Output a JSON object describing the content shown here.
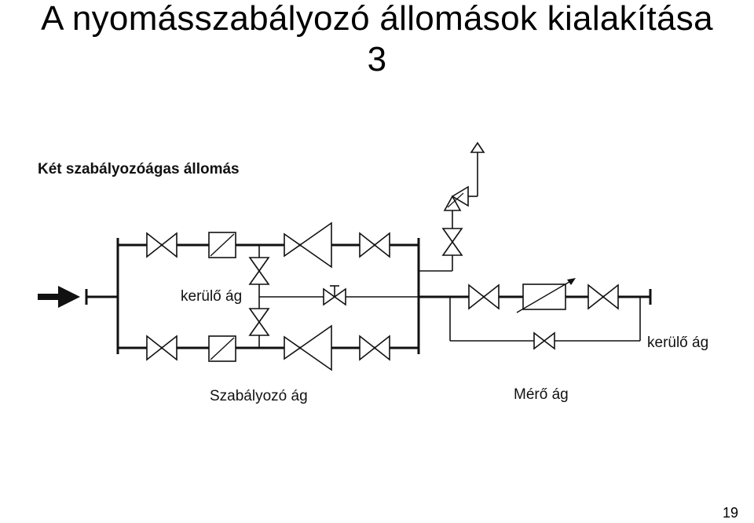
{
  "slide": {
    "title_line1": "A nyomásszabályozó állomások kialakítása",
    "title_line2": "3",
    "page_number": "19"
  },
  "diagram": {
    "heading": "Két szabályozóágas állomás",
    "label_bypass_left": "kerülő ág",
    "label_bypass_right": "kerülő ág",
    "label_regulator_branch": "Szabályozó ág",
    "label_meter_branch": "Mérő ág"
  }
}
